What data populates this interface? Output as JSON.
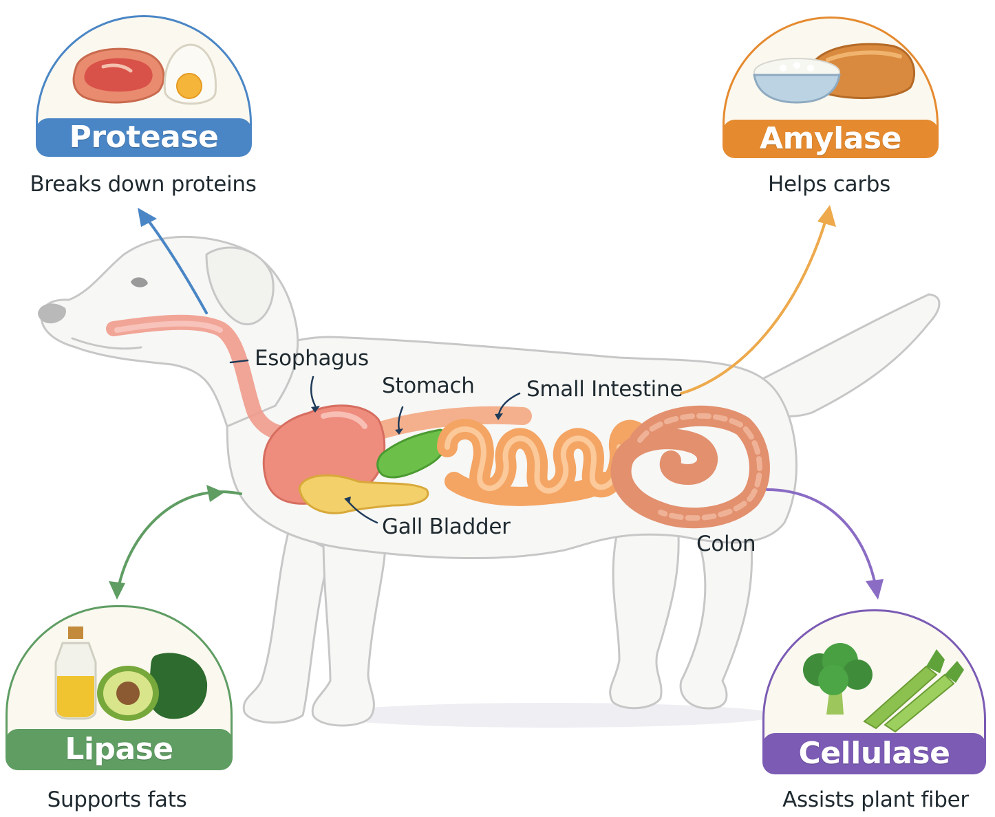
{
  "colors": {
    "protease": "#4a86c5",
    "amylase": "#e58a2f",
    "lipase": "#5f9d63",
    "cellulase": "#7b5bb4",
    "dog_outline": "#c7c7c7",
    "dog_fill": "#f7f7f5"
  },
  "enzymes": {
    "protease": {
      "name": "Protease",
      "description": "Breaks down proteins",
      "icons": [
        "steak-icon",
        "egg-icon"
      ]
    },
    "amylase": {
      "name": "Amylase",
      "description": "Helps carbs",
      "icons": [
        "rice-bowl-icon",
        "bread-icon"
      ]
    },
    "lipase": {
      "name": "Lipase",
      "description": "Supports fats",
      "icons": [
        "oil-bottle-icon",
        "avocado-icon"
      ]
    },
    "cellulase": {
      "name": "Cellulase",
      "description": "Assists plant fiber",
      "icons": [
        "broccoli-icon",
        "celery-icon"
      ]
    }
  },
  "organs": {
    "esophagus": "Esophagus",
    "stomach": "Stomach",
    "small_intestine": "Small Intestine",
    "gall_bladder": "Gall Bladder",
    "colon": "Colon"
  }
}
